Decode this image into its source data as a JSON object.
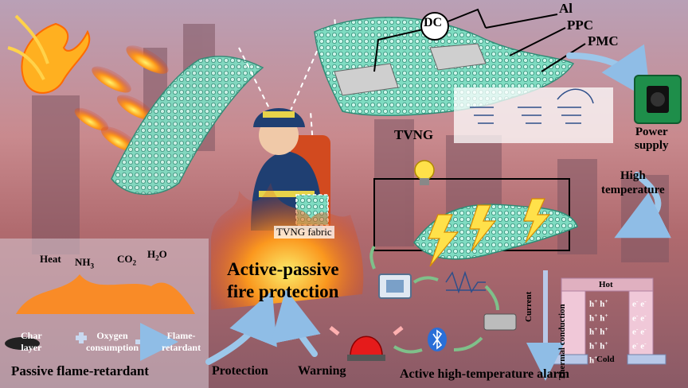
{
  "circuit": {
    "dc": "DC",
    "layers": [
      "Al",
      "PPC",
      "PMC"
    ]
  },
  "tvng": {
    "label": "TVNG",
    "fabric_label": "TVNG fabric"
  },
  "power_supply": {
    "line1": "Power",
    "line2": "supply"
  },
  "high_temperature": {
    "line1": "High",
    "line2": "temperature"
  },
  "gases": {
    "heat": "Heat",
    "nh3": "NH",
    "nh3_sub": "3",
    "co2": "CO",
    "co2_sub": "2",
    "h2o": "H",
    "h2o_sub": "2",
    "h2o_tail": "O"
  },
  "process": {
    "char_line1": "Char",
    "char_line2": "layer",
    "oxygen_line1": "Oxygen",
    "oxygen_line2": "consumption",
    "flame_line1": "Flame-",
    "flame_line2": "retardant"
  },
  "main_title": {
    "line1": "Active-passive",
    "line2": "fire protection"
  },
  "bottom": {
    "passive": "Passive flame-retardant",
    "protection": "Protection",
    "warning": "Warning",
    "active": "Active high-temperature alarm"
  },
  "thermo": {
    "hot": "Hot",
    "cold": "Cold",
    "current": "Current",
    "conduction": "Thermal conduction",
    "hole": "h",
    "hole_sup": "+",
    "electron": "e",
    "electron_sup": "-"
  },
  "colors": {
    "fire": "#ff6a1a",
    "fabric": "#6fd3b8",
    "accent": "#ffe14a",
    "arrow": "#9cc7ea"
  }
}
